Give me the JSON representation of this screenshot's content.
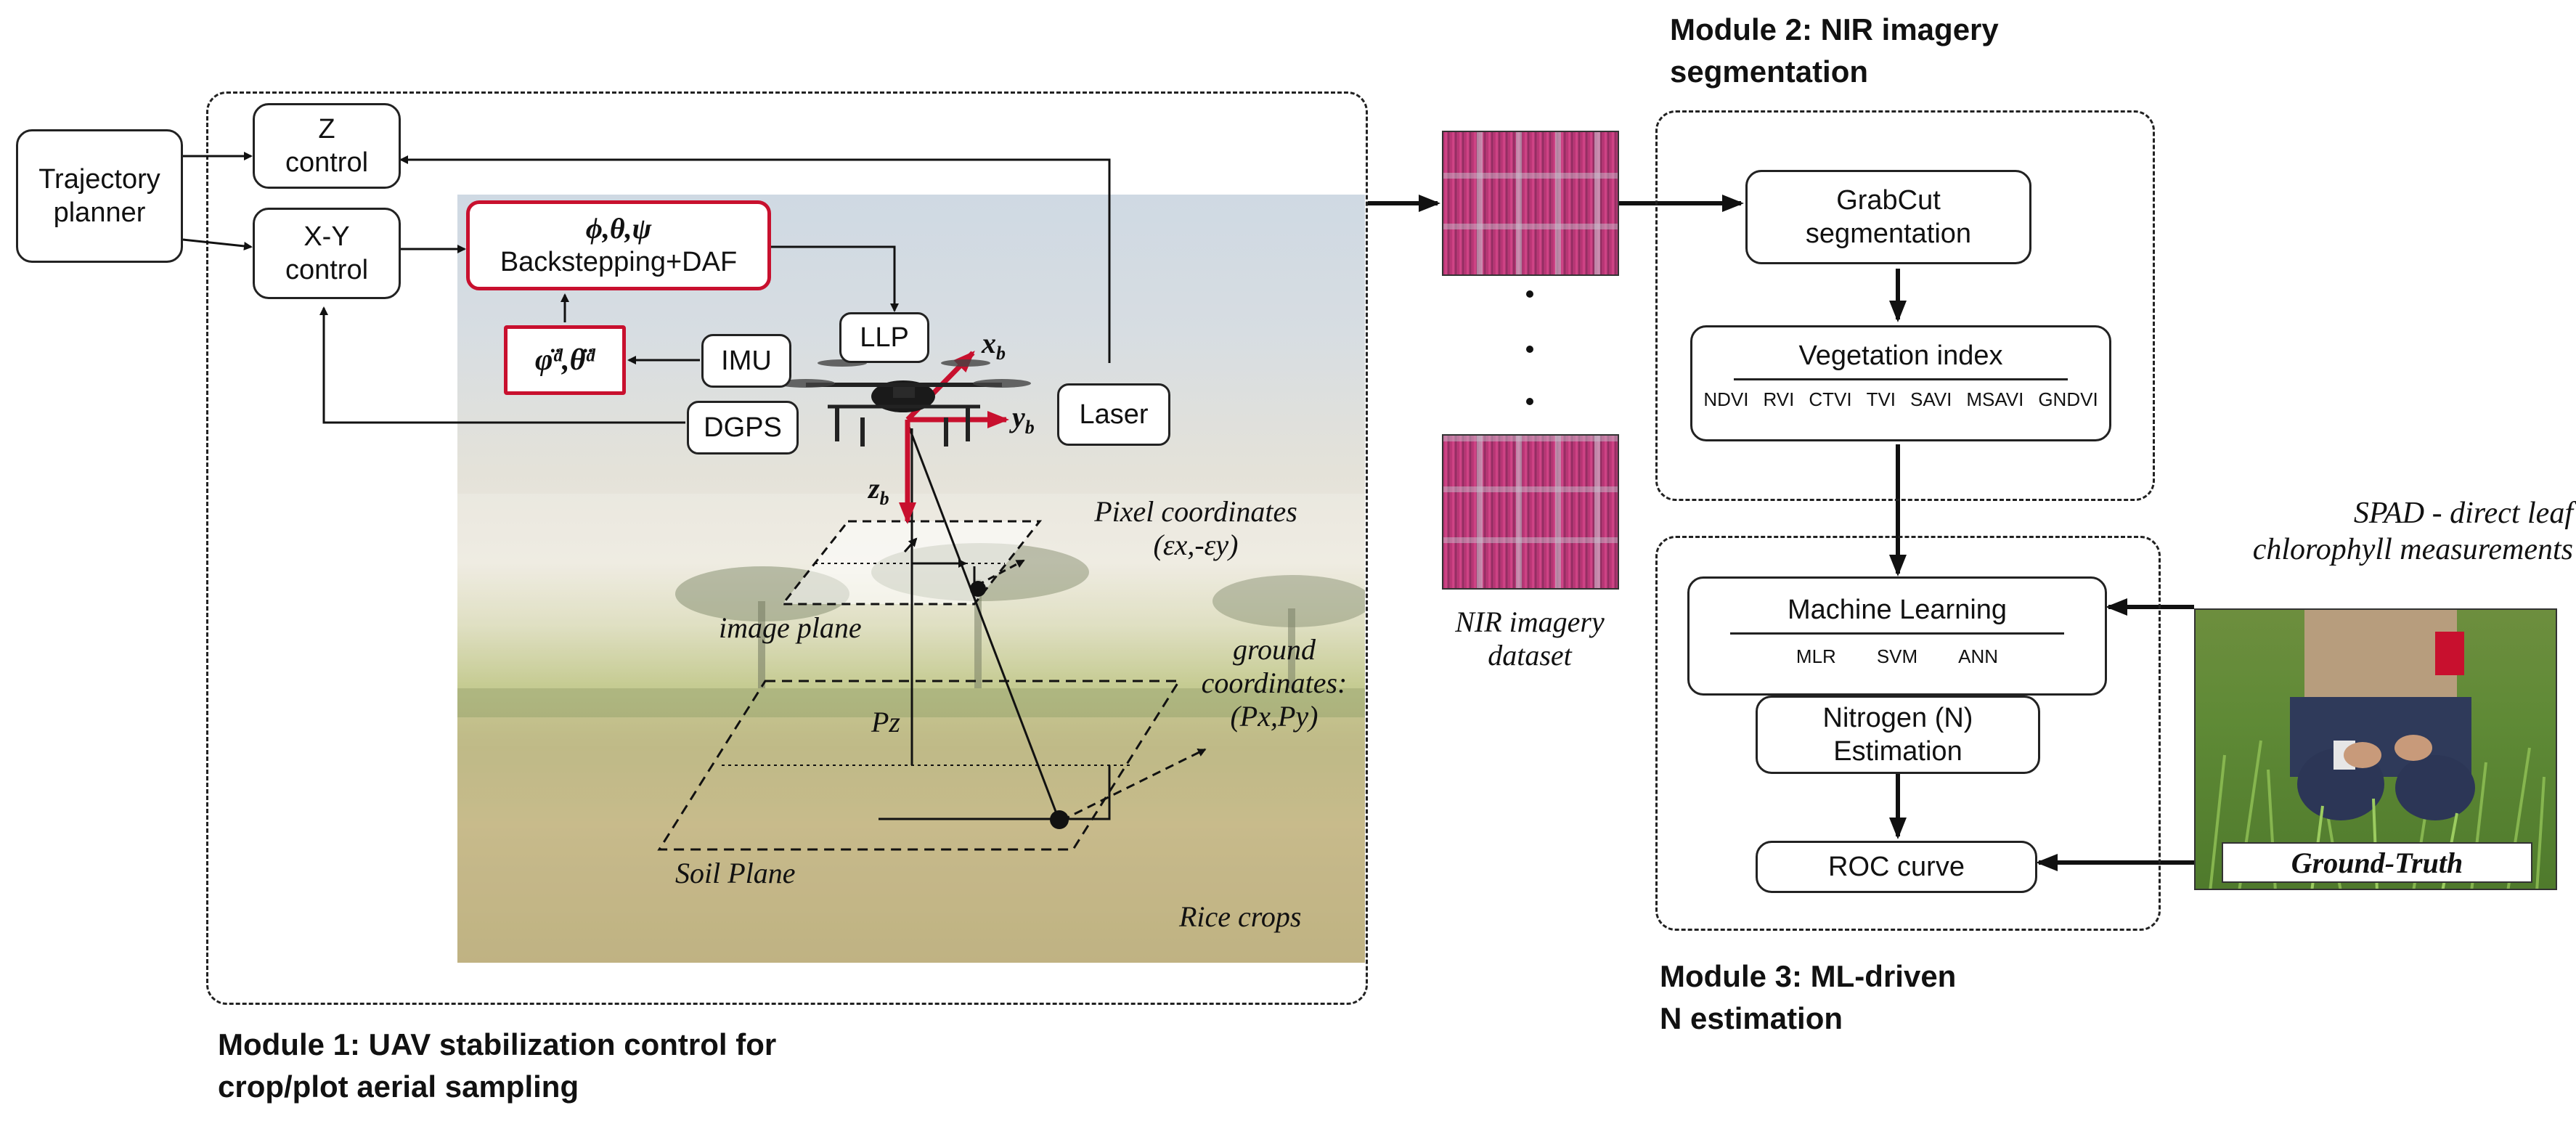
{
  "module1": {
    "title_line1": "Module 1: UAV stabilization control for",
    "title_line2": "crop/plot aerial sampling",
    "trajectory_line1": "Trajectory",
    "trajectory_line2": "planner",
    "z_line1": "Z",
    "z_line2": "control",
    "xy_line1": "X-Y",
    "xy_line2": "control",
    "backstepping_symbols": "ϕ,θ,ψ",
    "backstepping_label": "Backstepping+DAF",
    "accel_label": "φ̈ᵈ,θ̈ᵈ",
    "imu": "IMU",
    "llp": "LLP",
    "dgps": "DGPS",
    "laser": "Laser",
    "axis_x": "x",
    "axis_y": "y",
    "axis_z": "z",
    "axis_sub": "b",
    "pixel_coords_line1": "Pixel coordinates",
    "pixel_coords_line2": "(εx,-εy)",
    "image_plane": "image plane",
    "ground_line1": "ground",
    "ground_line2": "coordinates:",
    "ground_line3": "(Px,Py)",
    "pz": "Pz",
    "soil_plane": "Soil Plane",
    "rice_crops": "Rice crops"
  },
  "module2": {
    "title_line1": "Module 2: NIR imagery",
    "title_line2": "segmentation",
    "grabcut_line1": "GrabCut",
    "grabcut_line2": "segmentation",
    "vegetation_title": "Vegetation index",
    "indices": [
      "NDVI",
      "RVI",
      "CTVI",
      "TVI",
      "SAVI",
      "MSAVI",
      "GNDVI"
    ],
    "dataset_line1": "NIR imagery",
    "dataset_line2": "dataset"
  },
  "module3": {
    "title_line1": "Module 3: ML-driven",
    "title_line2": "N estimation",
    "ml_title": "Machine Learning",
    "ml_methods": [
      "MLR",
      "SVM",
      "ANN"
    ],
    "nitrogen_line1": "Nitrogen (N)",
    "nitrogen_line2": "Estimation",
    "roc": "ROC curve",
    "spad_line1": "SPAD - direct leaf",
    "spad_line2": "chlorophyll measurements",
    "ground_truth": "Ground-Truth"
  },
  "colors": {
    "accent_red": "#c8102e",
    "nir_magenta": "#b23a76",
    "line": "#222222"
  }
}
